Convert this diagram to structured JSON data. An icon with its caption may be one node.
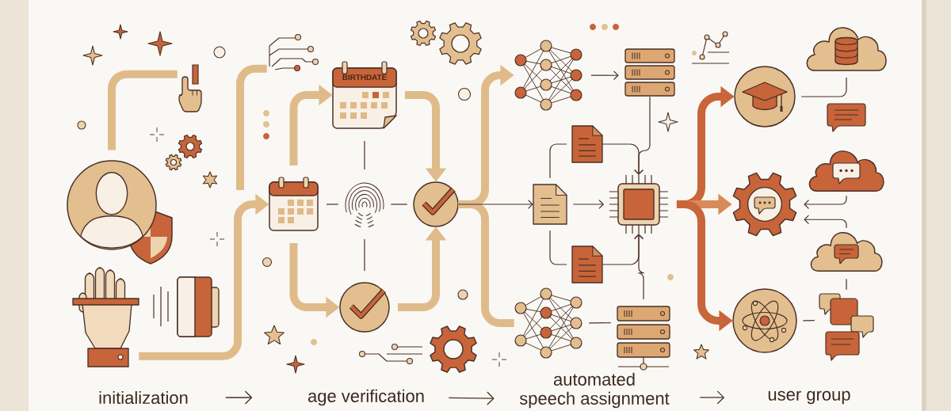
{
  "diagram": {
    "nodes": [
      {
        "text": [],
        "shape": "person"
      },
      {
        "text": [],
        "shape": "picture"
      },
      {
        "text": [],
        "shape": "picture"
      },
      {
        "text": [],
        "shape": "picture"
      },
      {
        "text": [],
        "shape": "picture"
      },
      {
        "text": [
          "BIRTHDATE"
        ]
      },
      {
        "text": [],
        "shape": "picture"
      },
      {
        "text": [],
        "shape": "circle"
      },
      {
        "text": [],
        "shape": "circle"
      },
      {
        "text": [],
        "shape": "picture"
      },
      {
        "text": [],
        "shape": "picture"
      },
      {
        "text": [],
        "shape": "picture"
      },
      {
        "text": [],
        "shape": "picture"
      },
      {
        "text": [],
        "shape": "picture"
      },
      {
        "text": [],
        "shape": "picture"
      },
      {
        "text": [],
        "shape": "picture"
      },
      {
        "text": [],
        "shape": "picture"
      },
      {
        "text": [],
        "shape": "circle"
      },
      {
        "text": [],
        "shape": "cloud"
      },
      {
        "text": [],
        "shape": "cloud"
      },
      {
        "text": [],
        "shape": "picture"
      },
      {
        "text": [],
        "shape": "cloud"
      },
      {
        "text": [],
        "shape": "circle"
      },
      {
        "text": [],
        "shape": "picture"
      },
      {
        "text": [
          "initialization"
        ]
      },
      {
        "text": [
          "age verification"
        ]
      },
      {
        "text": [
          "automated speech assignment"
        ]
      },
      {
        "text": [
          "user group"
        ]
      }
    ],
    "edges": [
      {
        "from": 0,
        "to": 1,
        "arrow": "none",
        "style": "thick",
        "color": "#e0bb8a"
      },
      {
        "from": null,
        "to": 3,
        "arrow": "none",
        "style": "thick",
        "color": "#e0bb8a"
      },
      {
        "from": 2,
        "to": 4,
        "arrow": "to",
        "style": "thick",
        "color": "#e0bb8a"
      },
      {
        "from": 4,
        "to": 5,
        "arrow": "to",
        "style": "thick",
        "color": "#e0bb8a"
      },
      {
        "from": 4,
        "to": 8,
        "arrow": "to",
        "style": "thick",
        "color": "#e0bb8a"
      },
      {
        "from": 5,
        "to": 7,
        "arrow": "to",
        "style": "thick",
        "color": "#e0bb8a"
      },
      {
        "from": 8,
        "to": 7,
        "arrow": "to",
        "style": "thick",
        "color": "#e0bb8a"
      },
      {
        "from": 5,
        "to": 6,
        "arrow": "none"
      },
      {
        "from": 4,
        "to": 6,
        "arrow": "none"
      },
      {
        "from": 6,
        "to": 7,
        "arrow": "none"
      },
      {
        "from": 6,
        "to": 8,
        "arrow": "none"
      },
      {
        "from": 7,
        "to": 9,
        "arrow": "to",
        "style": "thick",
        "color": "#e0bb8a"
      },
      {
        "from": 7,
        "to": 15,
        "arrow": "none",
        "style": "thick",
        "color": "#e0bb8a"
      },
      {
        "from": 7,
        "to": 12,
        "arrow": "to"
      },
      {
        "from": 9,
        "to": 10,
        "arrow": "to"
      },
      {
        "from": 10,
        "to": 13,
        "arrow": "to"
      },
      {
        "from": 12,
        "to": 11,
        "arrow": "none"
      },
      {
        "from": 11,
        "to": 13,
        "arrow": "to"
      },
      {
        "from": 12,
        "to": 13,
        "arrow": "to"
      },
      {
        "from": 12,
        "to": 14,
        "arrow": "none"
      },
      {
        "from": 14,
        "to": 13,
        "arrow": "to"
      },
      {
        "from": 16,
        "to": 13,
        "arrow": "to"
      },
      {
        "from": 15,
        "to": 16,
        "arrow": "none"
      },
      {
        "from": 13,
        "to": 17,
        "arrow": "to",
        "style": "thick",
        "color": "#c8653a"
      },
      {
        "from": 13,
        "to": 20,
        "arrow": "to",
        "style": "thick",
        "color": "#d98a5a"
      },
      {
        "from": 13,
        "to": 22,
        "arrow": "to",
        "style": "thick",
        "color": "#c8653a"
      },
      {
        "from": 17,
        "to": 18,
        "arrow": "none"
      },
      {
        "from": 19,
        "to": 20,
        "arrow": "to"
      },
      {
        "from": 21,
        "to": 20,
        "arrow": "to"
      },
      {
        "from": 21,
        "to": 23,
        "arrow": "none"
      },
      {
        "from": 22,
        "to": 23,
        "arrow": "none"
      },
      {
        "from": 24,
        "to": 25,
        "arrow": "to"
      },
      {
        "from": 25,
        "to": 26,
        "arrow": "to"
      },
      {
        "from": 26,
        "to": 27,
        "arrow": "to"
      }
    ]
  }
}
